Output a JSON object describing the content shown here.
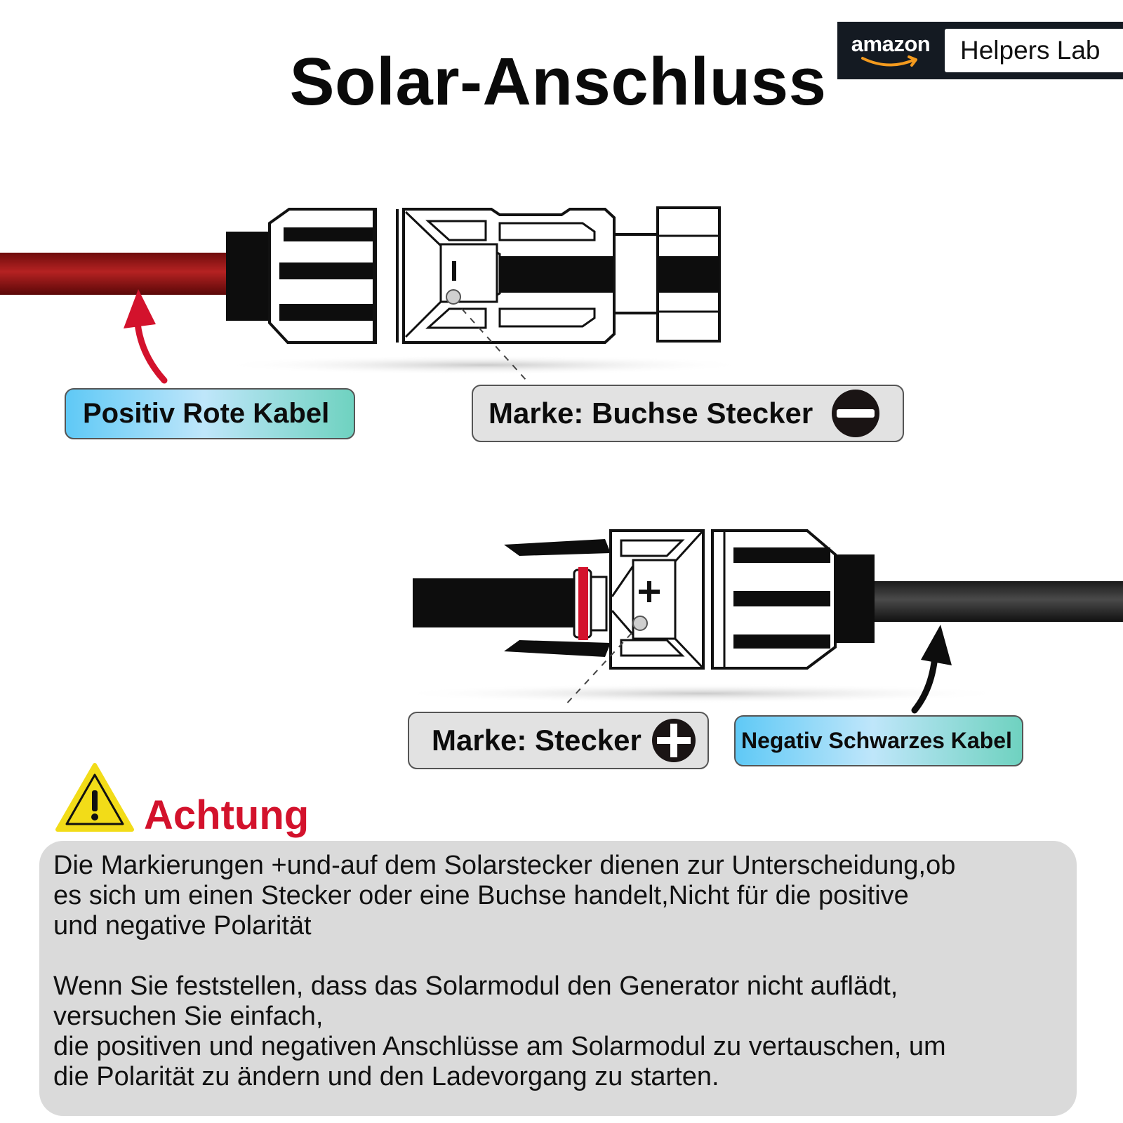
{
  "title": "Solar-Anschluss",
  "badge": {
    "logo_text": "amazon",
    "label": "Helpers Lab"
  },
  "labels": {
    "positive_cable": "Positiv Rote Kabel",
    "female_connector": "Marke: Buchse Stecker",
    "male_connector": "Marke: Stecker",
    "negative_cable": "Negativ Schwarzes Kabel"
  },
  "connector_marks": {
    "female": "-",
    "male": "+"
  },
  "warning": {
    "title": "Achtung",
    "paragraph1": "Die Markierungen +und-auf dem Solarstecker dienen zur Unterscheidung,ob\nes sich um einen Stecker oder eine Buchse handelt,Nicht für die positive\nund negative Polarität",
    "paragraph2": "Wenn Sie feststellen, dass das Solarmodul den Generator nicht auflädt,\nversuchen Sie einfach,\ndie positiven und negativen Anschlüsse am Solarmodul zu vertauschen, um\ndie Polarität zu ändern und den Ladevorgang zu starten."
  },
  "colors": {
    "red_cable": "#9b1818",
    "accent_red": "#d3122c",
    "warning_yellow": "#f2dc18",
    "label_gradient_start": "#5fc9f6",
    "label_gradient_end": "#6fd2c0",
    "box_gray": "#dadada"
  }
}
